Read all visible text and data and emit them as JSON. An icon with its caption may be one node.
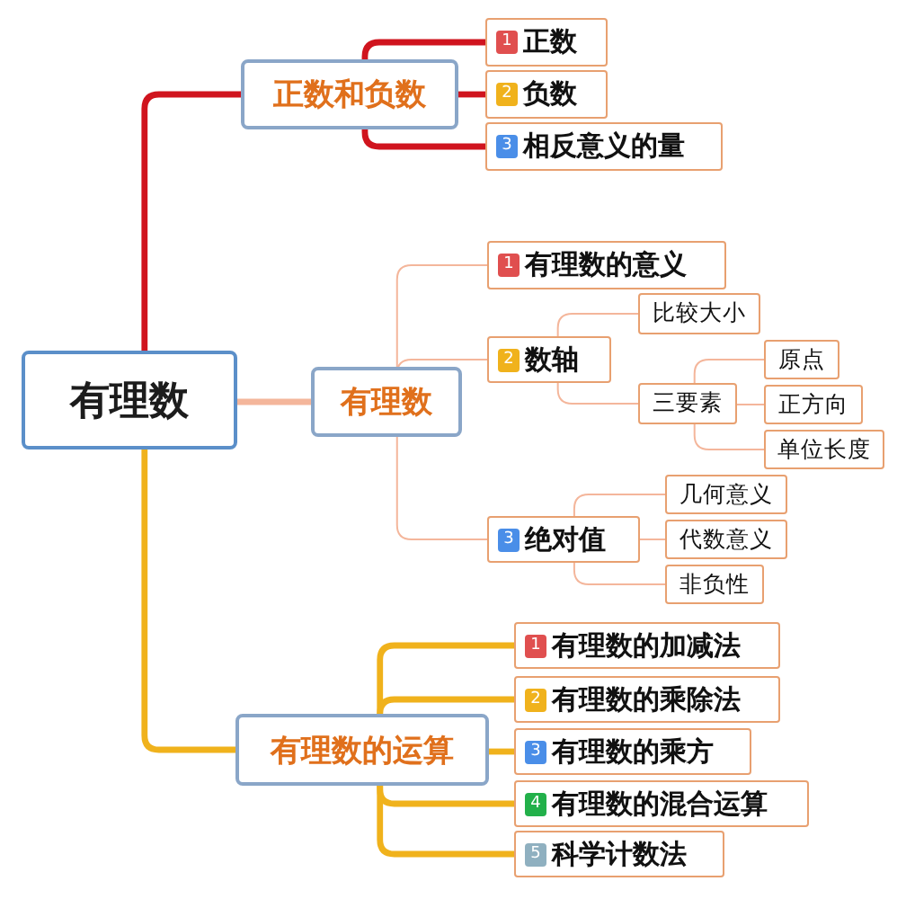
{
  "diagram": {
    "nodes": [
      {
        "text": [
          "有理数"
        ]
      },
      {
        "text": [
          "正数和负数"
        ]
      },
      {
        "text": [
          "1",
          "正数"
        ]
      },
      {
        "text": [
          "2",
          "负数"
        ]
      },
      {
        "text": [
          "3",
          "相反意义的量"
        ]
      },
      {
        "text": [
          "有理数"
        ]
      },
      {
        "text": [
          "1",
          "有理数的意义"
        ]
      },
      {
        "text": [
          "2",
          "数轴"
        ]
      },
      {
        "text": [
          "比较大小"
        ]
      },
      {
        "text": [
          "三要素"
        ]
      },
      {
        "text": [
          "原点"
        ]
      },
      {
        "text": [
          "正方向"
        ]
      },
      {
        "text": [
          "单位长度"
        ]
      },
      {
        "text": [
          "3",
          "绝对值"
        ]
      },
      {
        "text": [
          "几何意义"
        ]
      },
      {
        "text": [
          "代数意义"
        ]
      },
      {
        "text": [
          "非负性"
        ]
      },
      {
        "text": [
          "有理数的运算"
        ]
      },
      {
        "text": [
          "1",
          "有理数的加减法"
        ]
      },
      {
        "text": [
          "2",
          "有理数的乘除法"
        ]
      },
      {
        "text": [
          "3",
          "有理数的乘方"
        ]
      },
      {
        "text": [
          "4",
          "有理数的混合运算"
        ]
      },
      {
        "text": [
          "5",
          "科学计数法"
        ]
      }
    ],
    "edges": [
      {
        "from": 0,
        "to": 1,
        "arrow": "none",
        "style": "thick",
        "color": "#d0141e"
      },
      {
        "from": 0,
        "to": 5,
        "arrow": "none",
        "style": "thick"
      },
      {
        "from": 0,
        "to": 17,
        "arrow": "none",
        "style": "thick",
        "color": "#f0b21c"
      },
      {
        "from": 1,
        "to": 2,
        "arrow": "none",
        "style": "thick",
        "color": "#d0141e"
      },
      {
        "from": 1,
        "to": 3,
        "arrow": "none",
        "style": "thick",
        "color": "#d0141e"
      },
      {
        "from": 1,
        "to": 4,
        "arrow": "none",
        "style": "thick",
        "color": "#d0141e"
      },
      {
        "from": 5,
        "to": 6,
        "arrow": "none"
      },
      {
        "from": 5,
        "to": 7,
        "arrow": "none"
      },
      {
        "from": 5,
        "to": 13,
        "arrow": "none"
      },
      {
        "from": 7,
        "to": 8,
        "arrow": "none"
      },
      {
        "from": 7,
        "to": 9,
        "arrow": "none"
      },
      {
        "from": 9,
        "to": 10,
        "arrow": "none"
      },
      {
        "from": 9,
        "to": 11,
        "arrow": "none"
      },
      {
        "from": 9,
        "to": 12,
        "arrow": "none"
      },
      {
        "from": 13,
        "to": 14,
        "arrow": "none"
      },
      {
        "from": 13,
        "to": 15,
        "arrow": "none"
      },
      {
        "from": 13,
        "to": 16,
        "arrow": "none"
      },
      {
        "from": 17,
        "to": 18,
        "arrow": "none",
        "style": "thick",
        "color": "#f0b21c"
      },
      {
        "from": 17,
        "to": 19,
        "arrow": "none",
        "style": "thick",
        "color": "#f0b21c"
      },
      {
        "from": 17,
        "to": 20,
        "arrow": "none",
        "style": "thick",
        "color": "#f0b21c"
      },
      {
        "from": 17,
        "to": 21,
        "arrow": "none",
        "style": "thick",
        "color": "#f0b21c"
      },
      {
        "from": 17,
        "to": 22,
        "arrow": "none",
        "style": "thick",
        "color": "#f0b21c"
      }
    ]
  }
}
